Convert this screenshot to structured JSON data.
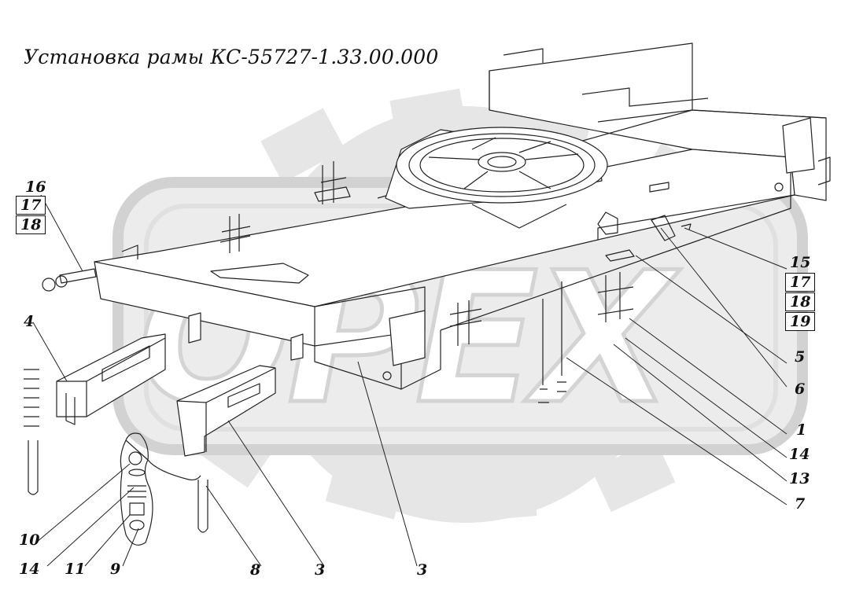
{
  "title": "Установка рамы КС-55727-1.33.00.000",
  "watermark": {
    "text": "OPEX",
    "color": "#d9d9d9"
  },
  "callouts": {
    "n16": "16",
    "n17a": "17",
    "n18a": "18",
    "n4": "4",
    "n15": "15",
    "n17b": "17",
    "n18b": "18",
    "n19": "19",
    "n5": "5",
    "n6": "6",
    "n1": "1",
    "n14a": "14",
    "n13": "13",
    "n7": "7",
    "n10": "10",
    "n14b": "14",
    "n11": "11",
    "n9": "9",
    "n8": "8",
    "n3a": "3",
    "n3b": "3"
  }
}
